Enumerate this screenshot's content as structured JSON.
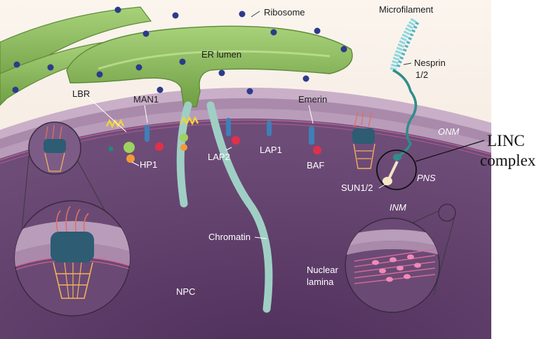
{
  "labels": {
    "ribosome": "Ribosome",
    "microfilament": "Microfilament",
    "er_lumen": "ER lumen",
    "nesprin": [
      "Nesprin",
      "1/2"
    ],
    "lbr": "LBR",
    "man1": "MAN1",
    "emerin": "Emerin",
    "onm": "ONM",
    "hp1": "HP1",
    "lap2": "LAP2",
    "lap1": "LAP1",
    "baf": "BAF",
    "sun": "SUN1/2",
    "pns": "PNS",
    "inm": "INM",
    "chromatin": "Chromatin",
    "npc": "NPC",
    "nuclear_lamina": [
      "Nuclear",
      "lamina"
    ],
    "linc_complex": [
      "LINC",
      "complex"
    ]
  },
  "colors": {
    "cytoplasm": "#f6eee6",
    "er": "#8fbf5e",
    "ribosome": "#2c3b8a",
    "membrane": "#b59bb8",
    "nucleoplasm": "#5f3e68",
    "chromatin": "#9fcfc4",
    "lamina": "#d66a9a",
    "npc": "#2d5c73"
  }
}
